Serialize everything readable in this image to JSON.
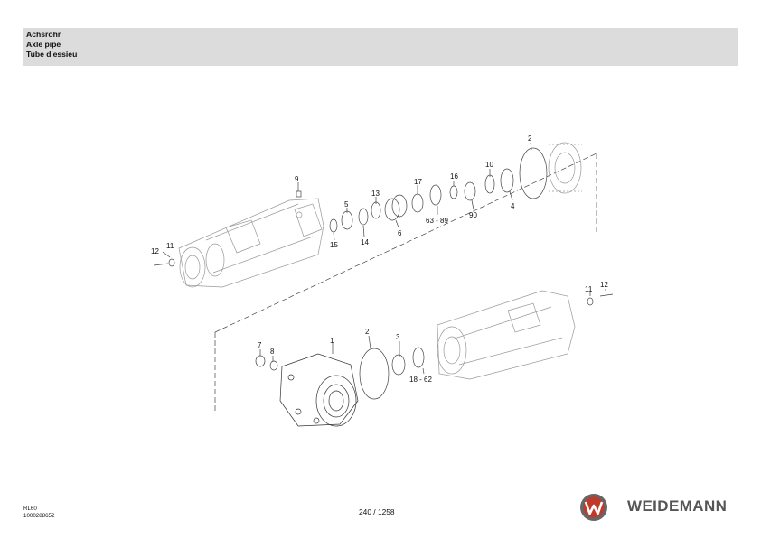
{
  "header": {
    "title_de": "Achsrohr",
    "title_en": "Axle pipe",
    "title_fr": "Tube d'essieu"
  },
  "callouts": {
    "top": [
      "9",
      "5",
      "13",
      "17",
      "16",
      "10",
      "2",
      "12",
      "11",
      "15",
      "14",
      "6",
      "63 - 89",
      "90",
      "4"
    ],
    "right": [
      "11",
      "12"
    ],
    "bottom": [
      "7",
      "8",
      "1",
      "2",
      "3",
      "18 - 62"
    ]
  },
  "footer": {
    "model": "RL60",
    "doc_number": "1000288652",
    "page": "240 / 1258",
    "brand": "WEIDEMANN"
  },
  "colors": {
    "header_bg": "#dcdcdc",
    "logo_red": "#c0392b",
    "logo_gray": "#666666",
    "brand_text": "#555555",
    "line": "#444444"
  },
  "icons": [
    "weidemann-logo-icon"
  ]
}
